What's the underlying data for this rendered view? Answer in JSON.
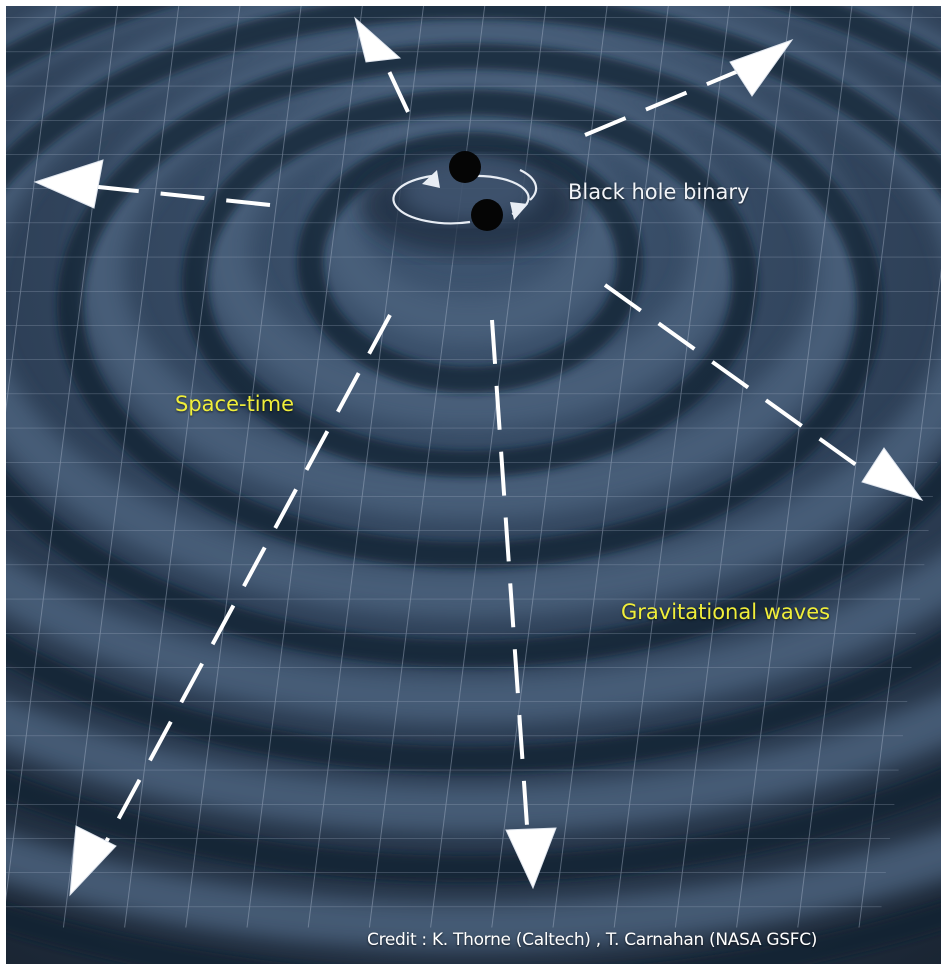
{
  "labels": {
    "black_hole_binary": "Black hole binary",
    "space_time": "Space-time",
    "gravitational_waves": "Gravitational waves",
    "credit": "Credit :  K. Thorne (Caltech) , T. Carnahan (NASA GSFC)"
  },
  "colors": {
    "background_deep": "#1a2533",
    "ripple_light": "#4a607c",
    "ripple_dark": "#162130",
    "grid": "#aab8cc",
    "arrow": "#ffffff",
    "label_yellow": "#f0ee3a",
    "label_white": "#f2f4f8",
    "black_hole": "#050505"
  },
  "icons": [
    "black-hole-icon",
    "orbit-arrows-icon",
    "arrowhead-icon"
  ]
}
